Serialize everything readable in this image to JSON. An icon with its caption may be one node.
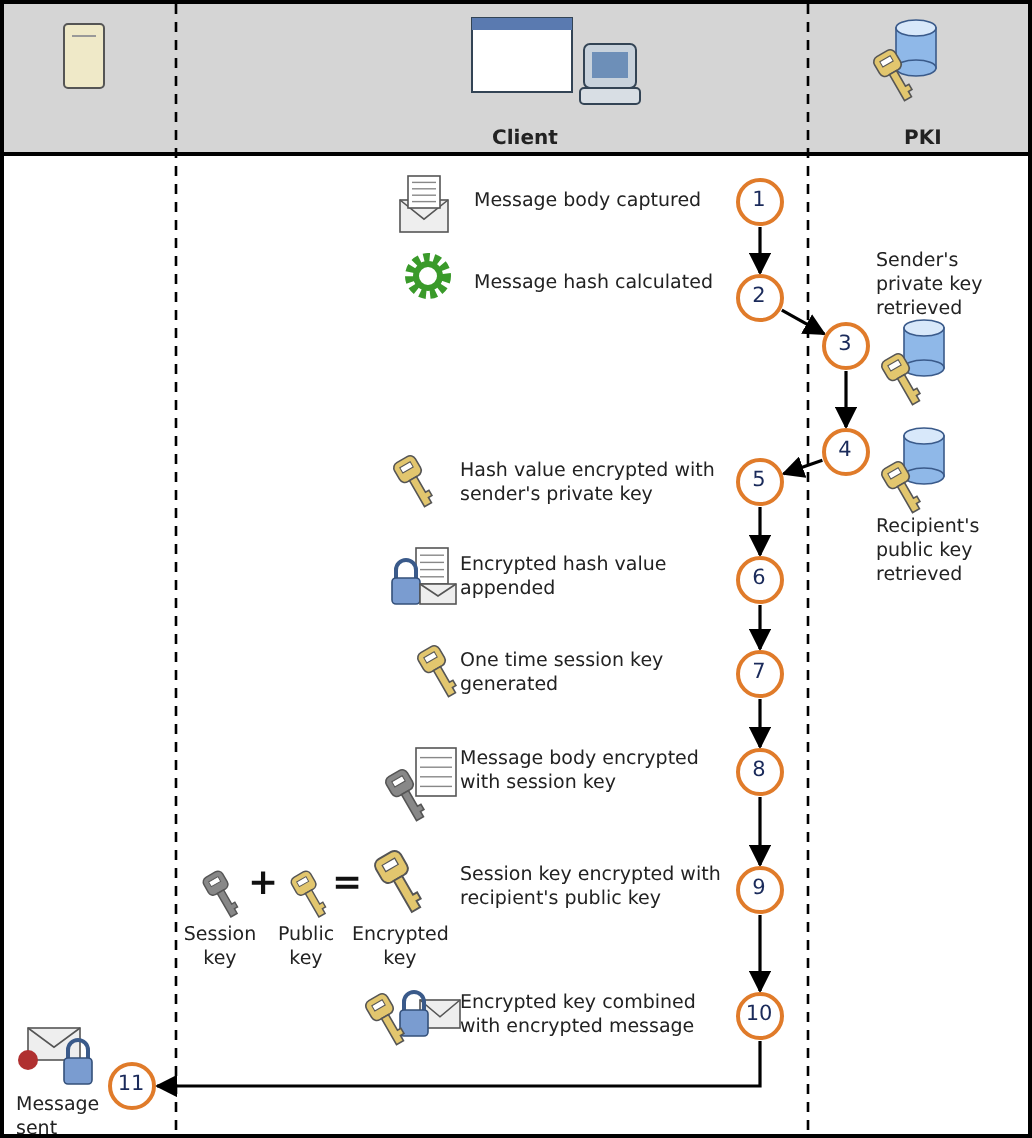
{
  "diagram": {
    "nodes": [
      {
        "text": [
          "1"
        ],
        "beside": [
          "Message body captured"
        ]
      },
      {
        "text": [
          "2"
        ],
        "beside": [
          "Message hash calculated"
        ]
      },
      {
        "text": [
          "3"
        ],
        "beside": [
          "Sender's private key retrieved"
        ]
      },
      {
        "text": [
          "4"
        ],
        "beside": [
          "Recipient's public key retrieved"
        ]
      },
      {
        "text": [
          "5"
        ],
        "beside": [
          "Hash value encrypted with sender's private key"
        ]
      },
      {
        "text": [
          "6"
        ],
        "beside": [
          "Encrypted hash value appended"
        ]
      },
      {
        "text": [
          "7"
        ],
        "beside": [
          "One time session key generated"
        ]
      },
      {
        "text": [
          "8"
        ],
        "beside": [
          "Message body encrypted with session key"
        ]
      },
      {
        "text": [
          "9"
        ],
        "beside": [
          "Session key encrypted with recipient's public key"
        ]
      },
      {
        "text": [
          "10"
        ],
        "beside": [
          "Encrypted key combined with encrypted message"
        ]
      },
      {
        "text": [
          "11"
        ],
        "beside": [
          "Message sent"
        ]
      }
    ],
    "edges": [
      {
        "from": 0,
        "to": 1,
        "arrow": "to"
      },
      {
        "from": 1,
        "to": 2,
        "arrow": "to"
      },
      {
        "from": 2,
        "to": 3,
        "arrow": "to"
      },
      {
        "from": 3,
        "to": 4,
        "arrow": "to"
      },
      {
        "from": 4,
        "to": 5,
        "arrow": "to"
      },
      {
        "from": 5,
        "to": 6,
        "arrow": "to"
      },
      {
        "from": 6,
        "to": 7,
        "arrow": "to"
      },
      {
        "from": 7,
        "to": 8,
        "arrow": "to"
      },
      {
        "from": 8,
        "to": 9,
        "arrow": "to"
      },
      {
        "from": 9,
        "to": 10,
        "arrow": "to"
      }
    ],
    "labels": [
      "Client",
      "PKI",
      "+",
      "=",
      "Session key",
      "Public key",
      "Encrypted key"
    ]
  }
}
